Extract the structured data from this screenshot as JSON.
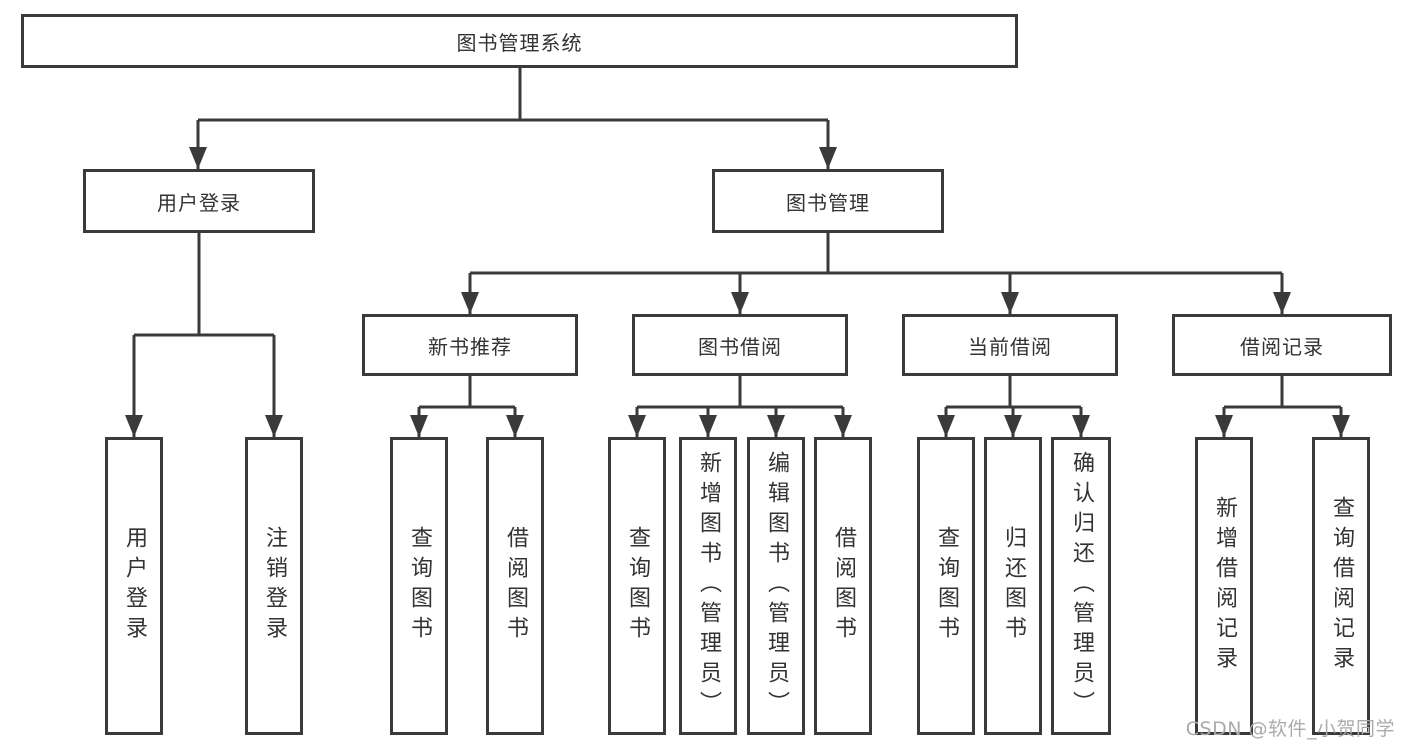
{
  "diagram_title": "图书管理系统",
  "colors": {
    "line": "#3a3a3a",
    "text": "#333333",
    "box_background": "#ffffff",
    "watermark": "#ababab"
  },
  "watermark": {
    "text": "CSDN @软件_小贺同学"
  },
  "nodes": {
    "root": {
      "label": "图书管理系统"
    },
    "user_login": {
      "label": "用户登录",
      "children": {
        "login": {
          "label": "用户登录"
        },
        "logout": {
          "label": "注销登录"
        }
      }
    },
    "book_management": {
      "label": "图书管理",
      "children": {
        "new_book_recommend": {
          "label": "新书推荐",
          "children": {
            "query_books": {
              "label": "查询图书"
            },
            "borrow_books": {
              "label": "借阅图书"
            }
          }
        },
        "book_borrowing": {
          "label": "图书借阅",
          "children": {
            "query_books": {
              "label": "查询图书"
            },
            "add_books_admin": {
              "label": "新增图书（管理员）"
            },
            "edit_books_admin": {
              "label": "编辑图书（管理员）"
            },
            "borrow_books": {
              "label": "借阅图书"
            }
          }
        },
        "current_borrowing": {
          "label": "当前借阅",
          "children": {
            "query_books": {
              "label": "查询图书"
            },
            "return_books": {
              "label": "归还图书"
            },
            "confirm_return_admin": {
              "label": "确认归还（管理员）"
            }
          }
        },
        "borrowing_records": {
          "label": "借阅记录",
          "children": {
            "add_borrow_record": {
              "label": "新增借阅记录"
            },
            "query_borrow_record": {
              "label": "查询借阅记录"
            }
          }
        }
      }
    }
  }
}
